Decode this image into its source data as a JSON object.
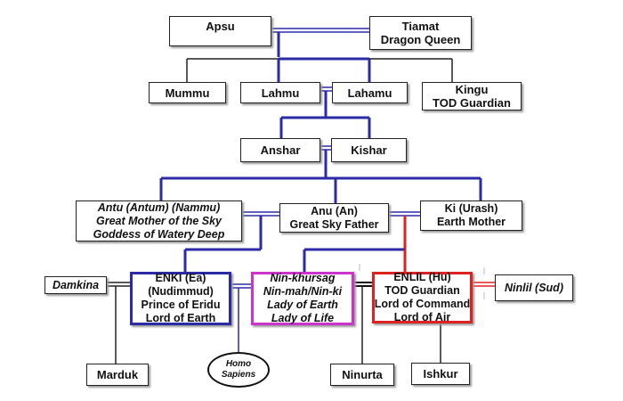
{
  "nodes": {
    "apsu": {
      "lines": [
        "Apsu"
      ]
    },
    "tiamat": {
      "lines": [
        "Tiamat",
        "Dragon Queen"
      ]
    },
    "mummu": {
      "lines": [
        "Mummu"
      ]
    },
    "lahmu": {
      "lines": [
        "Lahmu"
      ]
    },
    "lahamu": {
      "lines": [
        "Lahamu"
      ]
    },
    "kingu": {
      "lines": [
        "Kingu",
        "TOD Guardian"
      ]
    },
    "anshar": {
      "lines": [
        "Anshar"
      ]
    },
    "kishar": {
      "lines": [
        "Kishar"
      ]
    },
    "antu": {
      "lines": [
        "Antu (Antum) (Nammu)",
        "Great Mother of the Sky",
        "Goddess of Watery Deep"
      ]
    },
    "anu": {
      "lines": [
        "Anu (An)",
        "Great Sky Father"
      ]
    },
    "ki": {
      "lines": [
        "Ki (Urash)",
        "Earth Mother"
      ]
    },
    "damkina": {
      "lines": [
        "Damkina"
      ]
    },
    "enki": {
      "lines": [
        "ENKI (Ea)",
        "(Nudimmud)",
        "Prince of Eridu",
        "Lord of Earth"
      ]
    },
    "ninkhursag": {
      "lines": [
        "Nin-khursag",
        "Nin-mah/Nin-ki",
        "Lady of Earth",
        "Lady of Life"
      ]
    },
    "enlil": {
      "lines": [
        "ENLIL (Hu)",
        "TOD Guardian",
        "Lord of Command",
        "Lord of Air"
      ]
    },
    "ninlil": {
      "lines": [
        "Ninlil (Sud)"
      ]
    },
    "marduk": {
      "lines": [
        "Marduk"
      ]
    },
    "homo_sapiens": {
      "lines": [
        "Homo",
        "Sapiens"
      ]
    },
    "ninurta": {
      "lines": [
        "Ninurta"
      ]
    },
    "ishkur": {
      "lines": [
        "Ishkur"
      ]
    }
  },
  "colors": {
    "line_blue": "#2b2ba8",
    "line_red": "#dd2222",
    "line_dark": "#222222",
    "border_enki": "#2b2ba8",
    "border_ninkhursag": "#cc33cc",
    "border_enlil": "#dd2222"
  }
}
